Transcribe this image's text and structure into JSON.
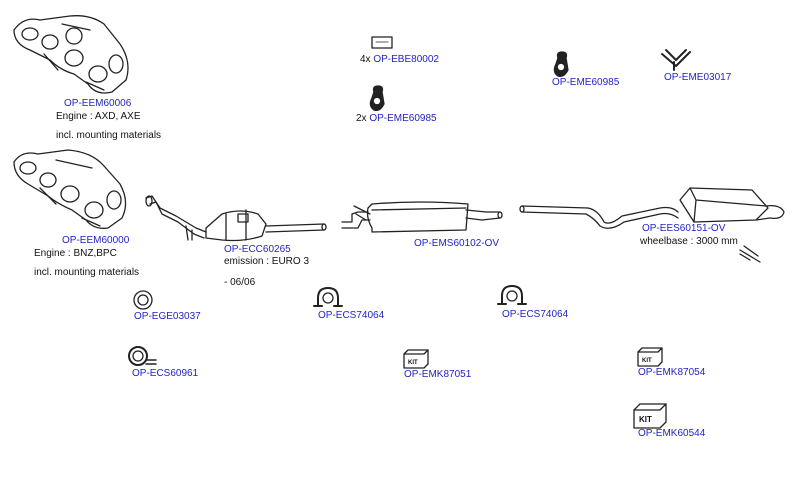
{
  "colors": {
    "link": "#2323c8",
    "text": "#111111",
    "stroke": "#222222"
  },
  "parts": {
    "eem60006": {
      "code": "OP-EEM60006",
      "engine": "Engine : AXD, AXE",
      "note": "incl. mounting materials"
    },
    "eem60000": {
      "code": "OP-EEM60000",
      "engine": "Engine : BNZ,BPC",
      "note": "incl. mounting materials"
    },
    "ebe80002": {
      "qty": "4x",
      "code": "OP-EBE80002"
    },
    "eme60985_a": {
      "qty": "2x",
      "code": "OP-EME60985"
    },
    "eme60985_b": {
      "code": "OP-EME60985"
    },
    "eme03017": {
      "code": "OP-EME03017"
    },
    "ecc60265": {
      "code": "OP-ECC60265",
      "emission": "emission : EURO 3",
      "date": "- 06/06"
    },
    "ems60102": {
      "code": "OP-EMS60102-OV"
    },
    "ees60151": {
      "code": "OP-EES60151-OV",
      "wheelbase": "wheelbase : 3000 mm"
    },
    "ege03037": {
      "code": "OP-EGE03037"
    },
    "ecs74064_a": {
      "code": "OP-ECS74064"
    },
    "ecs74064_b": {
      "code": "OP-ECS74064"
    },
    "ecs60961": {
      "code": "OP-ECS60961"
    },
    "emk87051": {
      "code": "OP-EMK87051"
    },
    "emk87054": {
      "code": "OP-EMK87054"
    },
    "emk60544": {
      "code": "OP-EMK60544"
    }
  },
  "kit_text": "KIT"
}
